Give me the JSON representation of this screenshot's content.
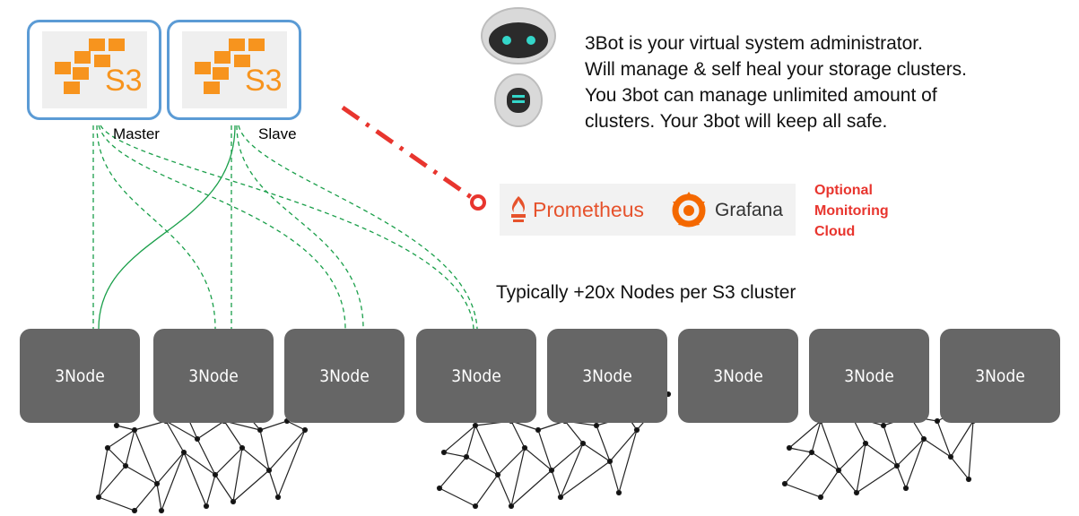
{
  "s3_boxes": [
    {
      "logo_text": "S3",
      "role": "Master"
    },
    {
      "logo_text": "S3",
      "role": "Slave"
    }
  ],
  "description": {
    "lines": [
      "3Bot is your virtual system administrator.",
      "Will manage & self heal your storage clusters.",
      "You 3bot can manage unlimited amount of",
      "clusters. Your 3bot will keep all safe."
    ]
  },
  "monitoring": {
    "prometheus": "Prometheus",
    "grafana": "Grafana",
    "optional_lines": [
      "Optional",
      "Monitoring",
      "Cloud"
    ]
  },
  "typical_nodes": "Typically +20x Nodes per S3 cluster",
  "nodes": [
    "3Node",
    "3Node",
    "3Node",
    "3Node",
    "3Node",
    "3Node",
    "3Node",
    "3Node"
  ],
  "colors": {
    "s3_border": "#5b9bd5",
    "s3_orange": "#f7941e",
    "node_fill": "#666666",
    "connection_green": "#1a9f4a",
    "monitor_red": "#e8352e",
    "prometheus_orange": "#e6522c",
    "grafana_orange": "#f46800"
  }
}
